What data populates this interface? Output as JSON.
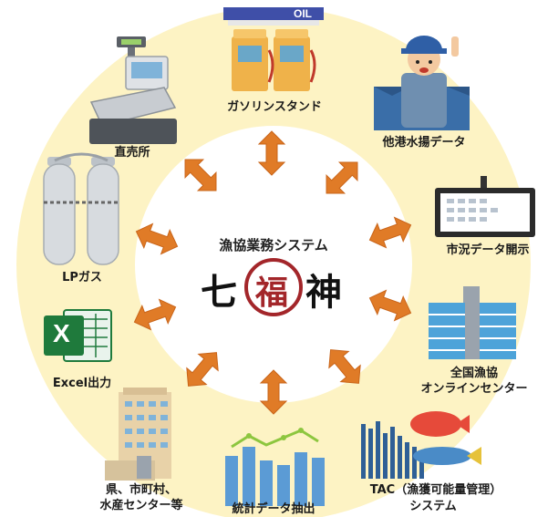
{
  "center": {
    "system_title": "漁協業務システム",
    "logo_chars": [
      "七",
      "福",
      "神"
    ]
  },
  "nodes": {
    "gas_station": {
      "label": "ガソリンスタンド",
      "sign": "OIL",
      "icon": "gas-station-icon"
    },
    "other_port": {
      "label": "他港水揚データ",
      "icon": "fisherman-icon"
    },
    "market": {
      "label": "市況データ開示",
      "icon": "display-board-icon"
    },
    "zengyoren": {
      "label_line1": "全国漁協",
      "label_line2": "オンラインセンター",
      "icon": "office-building-icon"
    },
    "tac": {
      "label_line1": "TAC（漁獲可能量管理）",
      "label_line2": "システム",
      "icon": "fish-data-icon"
    },
    "stats": {
      "label": "統計データ抽出",
      "icon": "bar-chart-icon"
    },
    "prefecture": {
      "label_line1": "県、市町村、",
      "label_line2": "水産センター等",
      "icon": "building-icon"
    },
    "excel": {
      "label": "Excel出力",
      "icon": "excel-icon"
    },
    "lpgas": {
      "label": "LPガス",
      "icon": "gas-cylinder-icon"
    },
    "direct_sales": {
      "label": "直売所",
      "icon": "cash-register-icon"
    }
  },
  "colors": {
    "ring": "#fdf3c4",
    "arrow": "#e07b27",
    "excel_green": "#1f7a3c",
    "building_blue": "#4da3d9",
    "logo_red": "#a3262a"
  }
}
